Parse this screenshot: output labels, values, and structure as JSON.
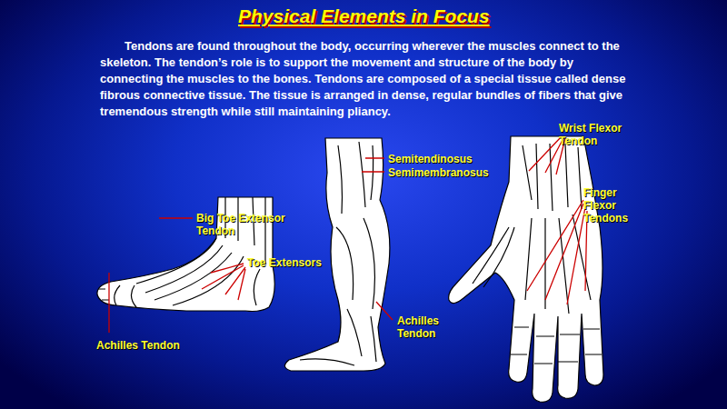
{
  "diagram": {
    "title": "Physical Elements in Focus",
    "labels": [
      "Tendons are found throughout the body, occurring wherever the muscles connect to the skeleton. The tendon’s role is to support the movement and structure of the body by connecting the muscles to the bones. Tendons are composed of a special tissue called dense fibrous connective tissue. The tissue is arranged in dense, regular bundles of fibers that give tremendous strength while still maintaining pliancy.",
      "Big Toe Extensor Tendon",
      "Toe Extensors",
      "Achilles Tendon",
      "Semitendinosus",
      "Semimembranosus",
      "Achilles Tendon",
      "Wrist Flexor Tendon",
      "Finger Flexor Tendons"
    ]
  }
}
